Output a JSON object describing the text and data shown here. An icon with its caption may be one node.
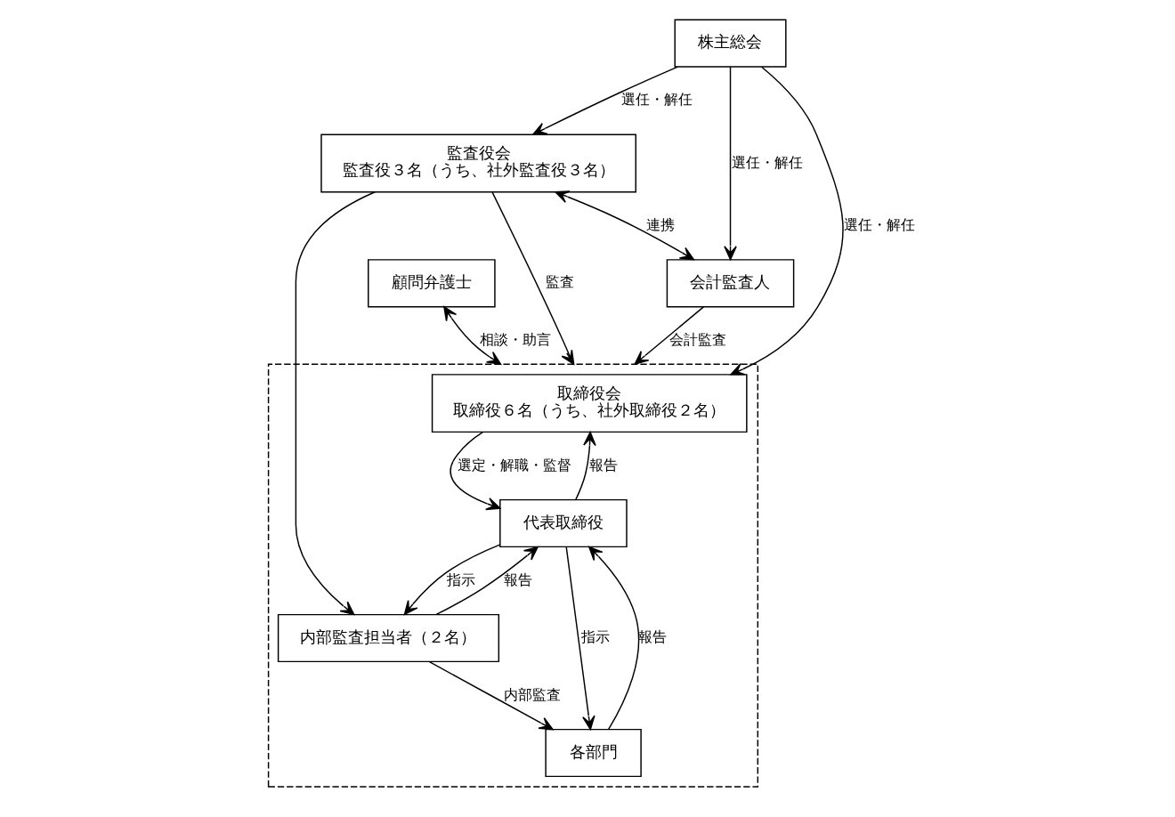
{
  "diagram": {
    "nodes": [
      {
        "text": [
          "株主総会"
        ]
      },
      {
        "text": [
          "監査役会",
          "監査役３名（うち、社外監査役３名）"
        ]
      },
      {
        "text": [],
        "shape": "box"
      },
      {
        "text": [
          "取締役会",
          "取締役６名（うち、社外取締役２名）"
        ],
        "in": 2
      },
      {
        "text": [
          "内部監査担当者（２名）"
        ],
        "in": 2
      },
      {
        "text": [
          "代表取締役"
        ],
        "in": 2
      },
      {
        "text": [
          "会計監査人"
        ]
      },
      {
        "text": [
          "顧問弁護士"
        ]
      },
      {
        "text": [
          "各部門"
        ],
        "in": 2
      }
    ],
    "edges": [
      {
        "from": 0,
        "to": 1,
        "arrow": "to",
        "label": "選任・解任"
      },
      {
        "from": 0,
        "to": 3,
        "arrow": "to",
        "label": "選任・解任"
      },
      {
        "from": 0,
        "to": 6,
        "arrow": "to",
        "label": "選任・解任"
      },
      {
        "from": 1,
        "to": 2,
        "arrow": "to",
        "label": "監査"
      },
      {
        "from": 1,
        "to": 6,
        "arrow": "both",
        "label": "連携"
      },
      {
        "from": 1,
        "to": 4,
        "arrow": "to"
      },
      {
        "from": 6,
        "to": 2,
        "arrow": "to",
        "label": "会計監査"
      },
      {
        "from": 7,
        "to": 2,
        "arrow": "both",
        "label": "相談・助言"
      },
      {
        "from": 5,
        "to": 3,
        "arrow": "to",
        "label": "報告"
      },
      {
        "from": 3,
        "to": 5,
        "arrow": "to",
        "label": "選定・解職・監督"
      },
      {
        "from": 5,
        "to": 4,
        "arrow": "to",
        "label": "指示"
      },
      {
        "from": 4,
        "to": 5,
        "arrow": "to",
        "label": "報告"
      },
      {
        "from": 4,
        "to": 8,
        "arrow": "to",
        "label": "内部監査"
      },
      {
        "from": 8,
        "to": 5,
        "arrow": "to",
        "label": "報告"
      },
      {
        "from": 5,
        "to": 8,
        "arrow": "to",
        "label": "指示"
      }
    ]
  }
}
